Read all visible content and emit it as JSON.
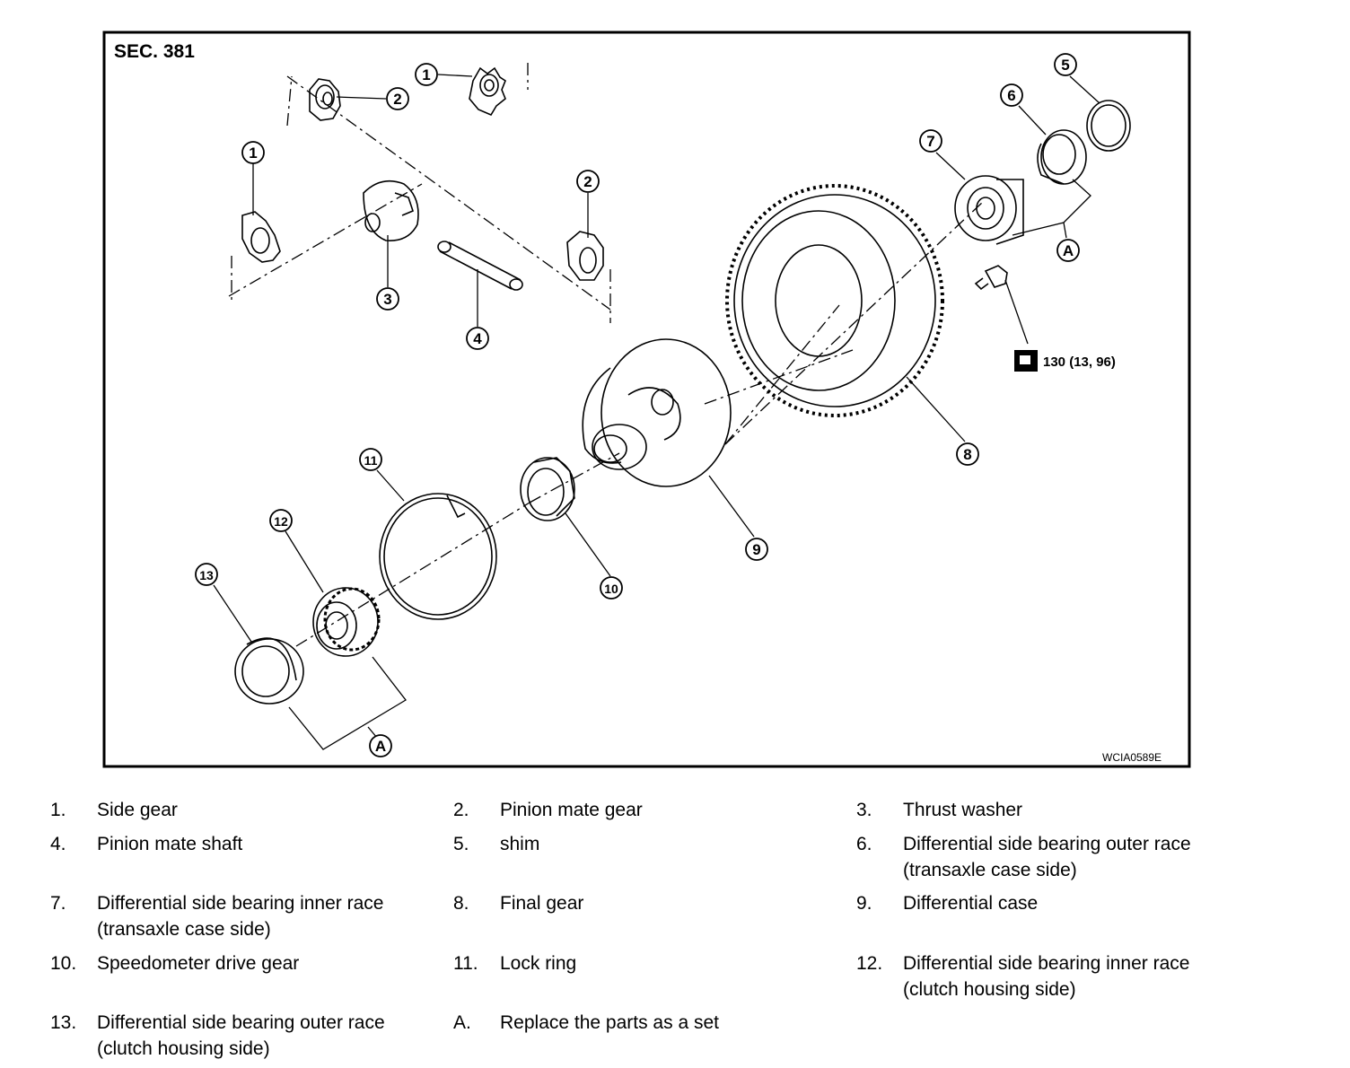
{
  "diagram": {
    "section": "SEC. 381",
    "code": "WCIA0589E",
    "torque": "130 (13, 96)",
    "callouts": [
      {
        "id": "c1a",
        "label": "1"
      },
      {
        "id": "c1b",
        "label": "1"
      },
      {
        "id": "c2a",
        "label": "2"
      },
      {
        "id": "c2b",
        "label": "2"
      },
      {
        "id": "c3",
        "label": "3"
      },
      {
        "id": "c4",
        "label": "4"
      },
      {
        "id": "c5",
        "label": "5"
      },
      {
        "id": "c6",
        "label": "6"
      },
      {
        "id": "c7",
        "label": "7"
      },
      {
        "id": "c8",
        "label": "8"
      },
      {
        "id": "c9",
        "label": "9"
      },
      {
        "id": "c10",
        "label": "10"
      },
      {
        "id": "c11",
        "label": "11"
      },
      {
        "id": "c12",
        "label": "12"
      },
      {
        "id": "c13",
        "label": "13"
      },
      {
        "id": "cA1",
        "label": "A"
      },
      {
        "id": "cA2",
        "label": "A"
      }
    ]
  },
  "legend": [
    {
      "num": "1.",
      "text": "Side gear"
    },
    {
      "num": "2.",
      "text": "Pinion mate gear"
    },
    {
      "num": "3.",
      "text": "Thrust washer"
    },
    {
      "num": "4.",
      "text": "Pinion mate shaft"
    },
    {
      "num": "5.",
      "text": "shim"
    },
    {
      "num": "6.",
      "text": "Differential side bearing outer race (transaxle case side)"
    },
    {
      "num": "7.",
      "text": "Differential side bearing inner race (transaxle case side)"
    },
    {
      "num": "8.",
      "text": "Final gear"
    },
    {
      "num": "9.",
      "text": "Differential case"
    },
    {
      "num": "10.",
      "text": "Speedometer drive gear"
    },
    {
      "num": "11.",
      "text": "Lock ring"
    },
    {
      "num": "12.",
      "text": "Differential side bearing inner race (clutch housing side)"
    },
    {
      "num": "13.",
      "text": "Differential side bearing outer race (clutch housing side)"
    },
    {
      "num": "A.",
      "text": "Replace the parts as a set"
    }
  ]
}
